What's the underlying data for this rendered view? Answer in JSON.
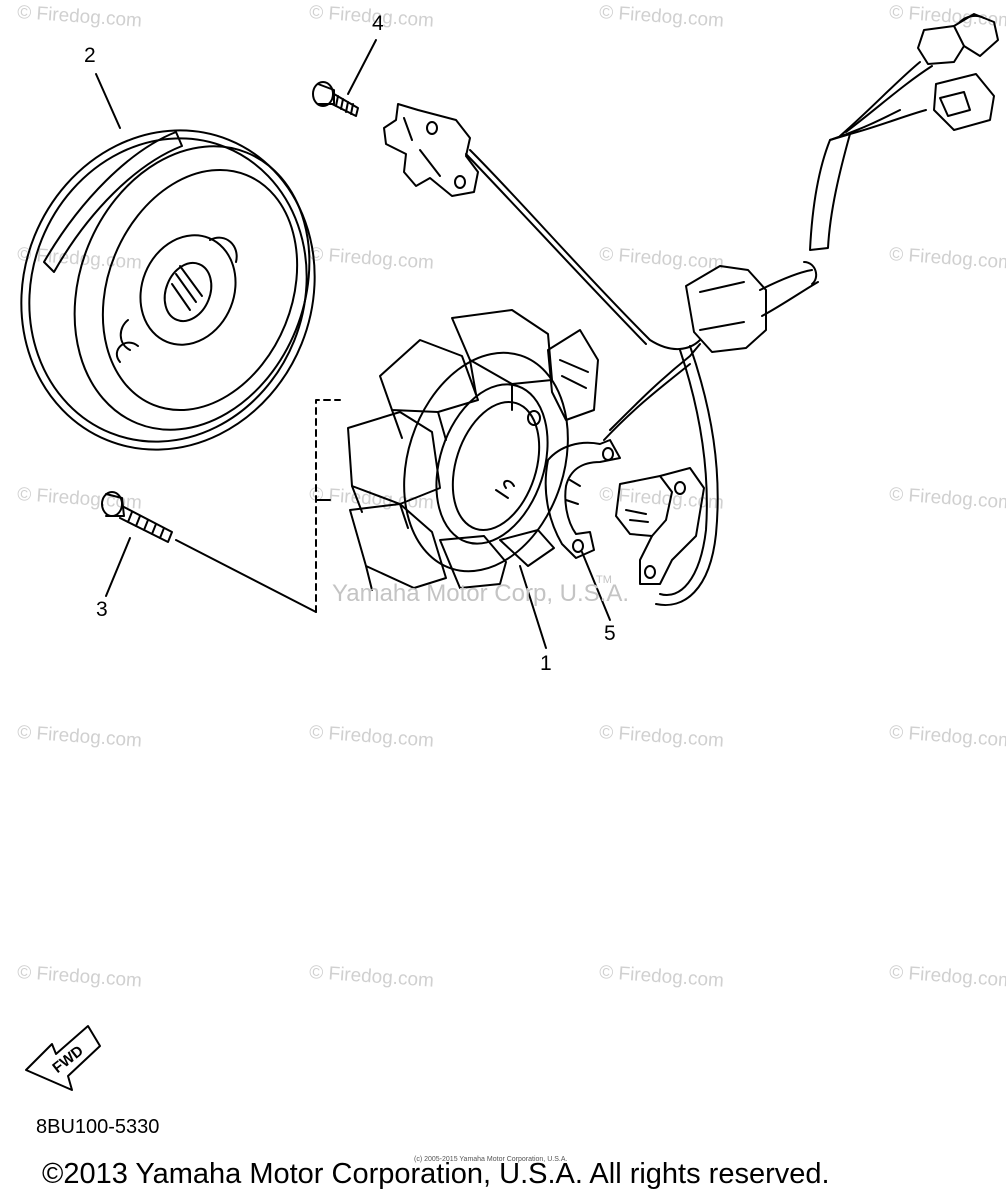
{
  "watermark": "© Firedog.com",
  "callouts": {
    "p1": "1",
    "p2": "2",
    "p3": "3",
    "p4": "4",
    "p5": "5"
  },
  "center_watermark": "Yamaha Motor Corp, U.S.A.",
  "trademark": "TM",
  "fwd_label": "FWD",
  "diagram_code": "8BU100-5330",
  "small_notice": "(c) 2005-2015 Yamaha Motor Corporation, U.S.A.",
  "copyright": "©2013 Yamaha Motor Corporation, U.S.A. All rights reserved."
}
